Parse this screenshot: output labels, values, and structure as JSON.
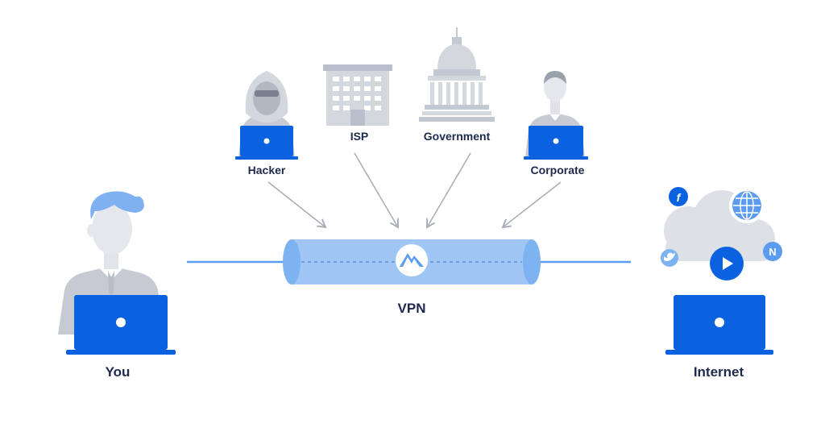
{
  "labels": {
    "you": "You",
    "internet": "Internet",
    "vpn": "VPN",
    "hacker": "Hacker",
    "isp": "ISP",
    "government": "Government",
    "corporate": "Corporate"
  },
  "icons": {
    "facebook": "f",
    "netflix": "N"
  },
  "colors": {
    "accent": "#0b62e0",
    "line": "#5b9cf0",
    "tube": "#9fc6f5",
    "gray": "#cdd1d8",
    "text": "#1d2a4d"
  }
}
